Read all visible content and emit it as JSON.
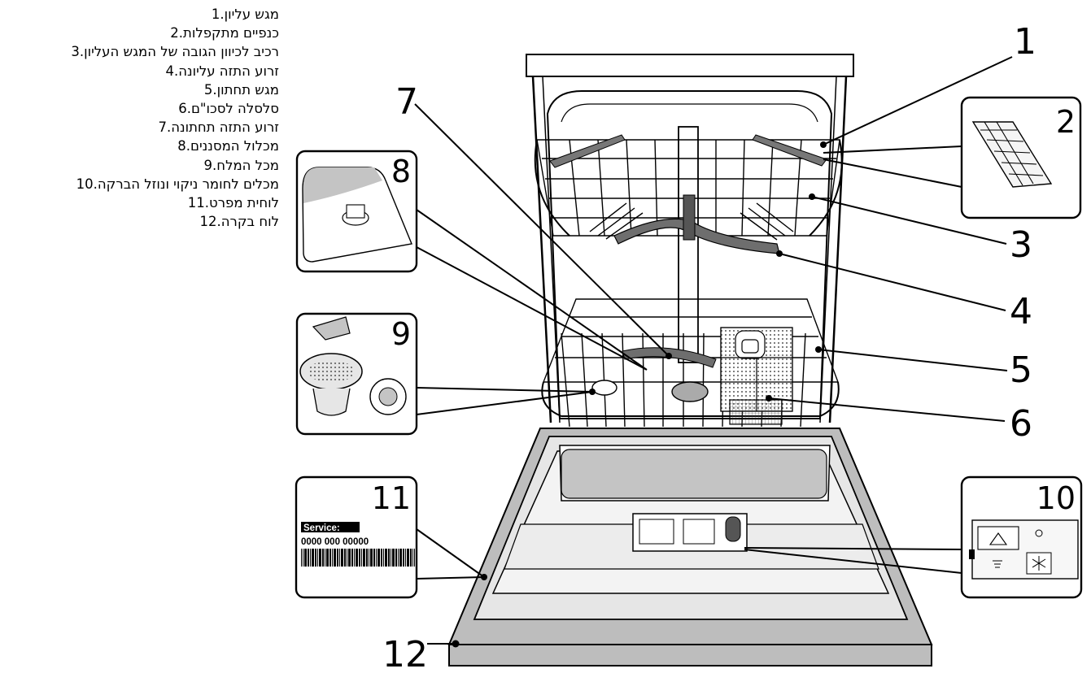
{
  "legend": [
    {
      "num": "1",
      "text": "מגש עליון"
    },
    {
      "num": "2",
      "text": "כנפיים מתקפלות"
    },
    {
      "num": "3",
      "text": "רכיב לכיוון הגובה של המגש העליון"
    },
    {
      "num": "4",
      "text": "זרוע התזה עליונה"
    },
    {
      "num": "5",
      "text": "מגש תחתון"
    },
    {
      "num": "6",
      "text": "סלסלה לסכו\"ם"
    },
    {
      "num": "7",
      "text": "זרוע התזה תחתונה"
    },
    {
      "num": "8",
      "text": "מכלול המסננים"
    },
    {
      "num": "9",
      "text": "מכל המלח"
    },
    {
      "num": "10",
      "text": "מכלים לחומר ניקוי ונוזל הברקה"
    },
    {
      "num": "11",
      "text": "לוחית מפרט"
    },
    {
      "num": "12",
      "text": "לוח בקרה"
    }
  ],
  "callouts": {
    "c1": "1",
    "c2": "2",
    "c3": "3",
    "c4": "4",
    "c5": "5",
    "c6": "6",
    "c7": "7",
    "c8": "8",
    "c9": "9",
    "c10": "10",
    "c11": "11",
    "c12": "12"
  },
  "rating_label": {
    "service": "Service:",
    "serial": "0000 000 00000"
  },
  "colors": {
    "line": "#000000",
    "panel_gray": "#bdbdbd",
    "door_light": "#e6e6e6",
    "window_gray": "#c4c4c4",
    "arm_gray": "#6e6e6e"
  }
}
